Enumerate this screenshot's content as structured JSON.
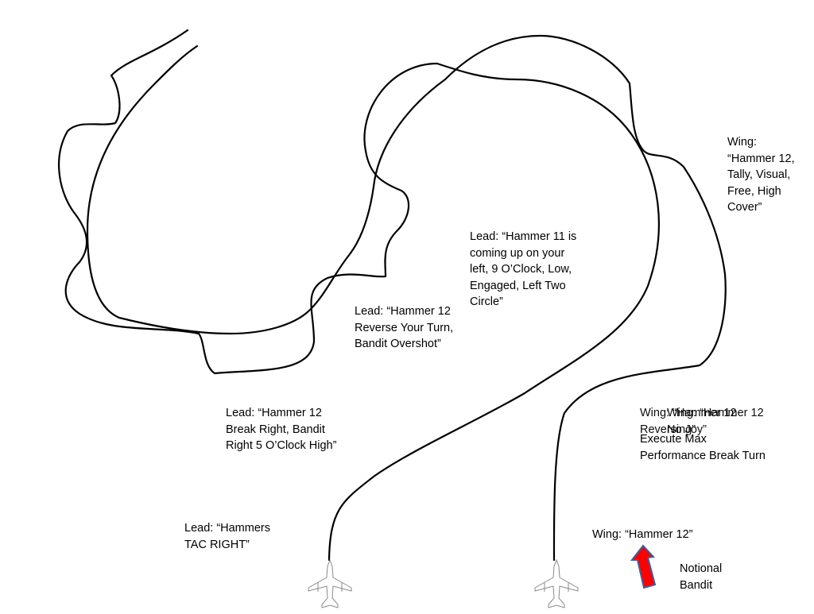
{
  "labels": {
    "lead_tac_right": "Lead: “Hammers\nTAC RIGHT”",
    "lead_break_right": "Lead: “Hammer 12\nBreak Right, Bandit\nRight 5 O’Clock High”",
    "lead_reverse": "Lead: “Hammer 12\nReverse Your Turn,\nBandit Overshot”",
    "lead_engaged": "Lead: “Hammer 11 is\ncoming up on your\nleft, 9 O’Clock, Low,\nEngaged, Left Two\nCircle”",
    "wing_tally": "Wing:\n“Hammer 12,\nTally, Visual,\nFree, High\nCover”",
    "wing_reversing": "Wing: “Hammer 12\nReversing”",
    "wing_no_joy": "Wing: “Hammer 12\nNo Joy”",
    "execute_break": "Execute Max\nPerformance Break Turn",
    "wing_hammer12": "Wing: “Hammer 12”",
    "notional_bandit": "Notional\nBandit"
  },
  "icons": {
    "lead_aircraft": "jet-aircraft-icon",
    "wing_aircraft": "jet-aircraft-icon",
    "bandit_arrow": "bandit-arrow-icon"
  },
  "colors": {
    "track": "#000000",
    "bandit_fill": "#ff0000",
    "bandit_stroke": "#3f5f9a",
    "aircraft_stroke": "#8a8a8a"
  }
}
